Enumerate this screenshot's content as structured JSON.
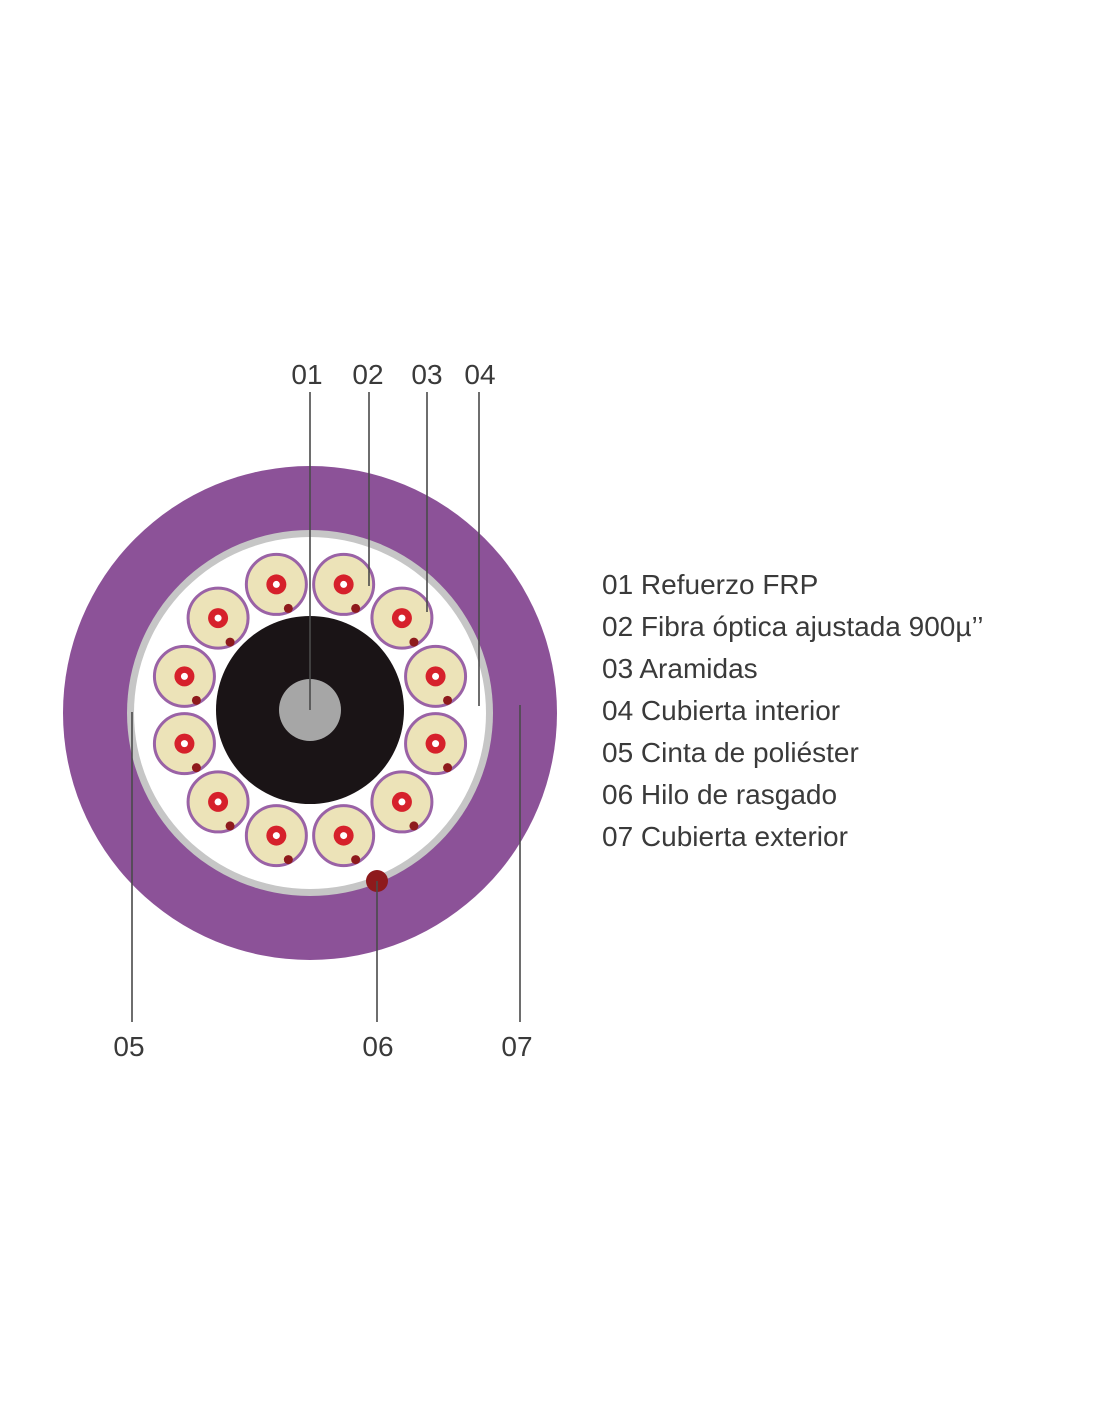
{
  "callouts": {
    "c01": "01",
    "c02": "02",
    "c03": "03",
    "c04": "04",
    "c05": "05",
    "c06": "06",
    "c07": "07"
  },
  "legend": [
    "01 Refuerzo FRP",
    "02 Fibra óptica ajustada 900µ’’",
    "03 Aramidas",
    "04 Cubierta interior",
    "05 Cinta de poliéster",
    "06 Hilo de rasgado",
    "07 Cubierta exterior"
  ],
  "fiber_count": 12,
  "colors": {
    "outer_jacket": "#8c5298",
    "polyester_tape": "#c6c6c6",
    "inner_fill": "#ffffff",
    "tube_black": "#1a1416",
    "frp_core": "#a6a6a6",
    "fiber_fill": "#ece3b8",
    "fiber_border": "#9a62a6",
    "fiber_core": "#d6212b",
    "ripcord": "#8e1a1c"
  }
}
